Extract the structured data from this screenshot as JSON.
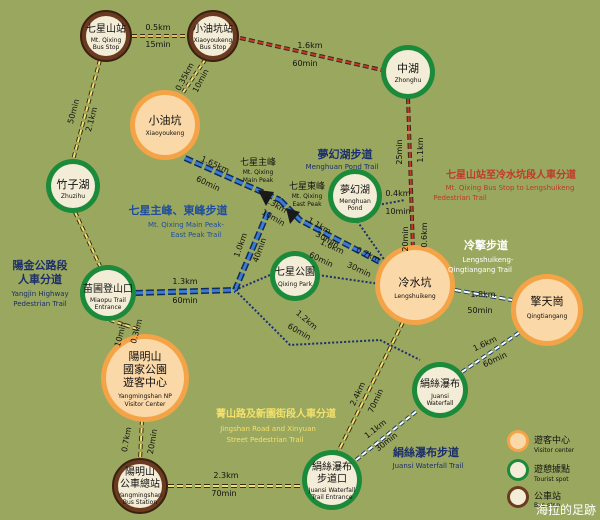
{
  "stations": {
    "qixingshan_bus": {
      "zh": "七星山站",
      "en1": "Mt. Qixing",
      "en2": "Bus Stop"
    },
    "xiaoyoukeng_bus": {
      "zh": "小油坑站",
      "en1": "Xiaoyoukeng",
      "en2": "Bus Stop"
    },
    "zhonghu": {
      "zh": "中湖",
      "en1": "Zhonghu"
    },
    "xiaoyoukeng": {
      "zh": "小油坑",
      "en1": "Xiaoyoukeng"
    },
    "zhuzihu": {
      "zh": "竹子湖",
      "en1": "Zhuzihu"
    },
    "menghuan_pond": {
      "zh": "夢幻湖",
      "en1": "Menghuan",
      "en2": "Pond"
    },
    "qixing_park": {
      "zh": "七星公園",
      "en1": "Qixing Park"
    },
    "miaopu": {
      "zh": "苗圃登山口",
      "en1": "Miaopu Trail",
      "en2": "Entrance"
    },
    "lengshuikeng": {
      "zh": "冷水坑",
      "en1": "Lengshuikeng"
    },
    "qingtiangang": {
      "zh": "擎天崗",
      "en1": "Qingtiangang"
    },
    "yangmingshan_vc": {
      "zh1": "陽明山",
      "zh2": "國家公園",
      "zh3": "遊客中心",
      "en1": "Yangmingshan NP",
      "en2": "Visitor Center"
    },
    "juansi_waterfall": {
      "zh": "絹絲瀑布",
      "en1": "Juansi",
      "en2": "Waterfall"
    },
    "yangmingshan_bus": {
      "zh1": "陽明山",
      "zh2": "公車總站",
      "en1": "Yangmingshan",
      "en2": "Bus Station"
    },
    "juansi_entrance": {
      "zh1": "絹絲瀑布",
      "zh2": "步道口",
      "en1": "Juansi Waterfall",
      "en2": "Trail Entrance"
    }
  },
  "peaks": {
    "main_peak": {
      "zh": "七星主峰",
      "en1": "Mt. Qixing",
      "en2": "Main Peak"
    },
    "east_peak": {
      "zh": "七星東峰",
      "en1": "Mt. Qixing",
      "en2": "East Peak"
    }
  },
  "segments": [
    {
      "distance": "0.5km",
      "time": "15min"
    },
    {
      "distance": "0.35km",
      "time": "10min"
    },
    {
      "distance": "1.6km",
      "time": "60min"
    },
    {
      "distance": "2.1km",
      "time": "50min"
    },
    {
      "distance": "1.1km",
      "time": "25min"
    },
    {
      "distance": "1.65km",
      "time": "60min"
    },
    {
      "distance": "0.3km",
      "time": "10min"
    },
    {
      "distance": "0.4km",
      "time": "10min"
    },
    {
      "distance": "1.1km",
      "time": "30min"
    },
    {
      "distance": "0.6km",
      "time": "20min"
    },
    {
      "distance": "0.7km",
      "time": "30min"
    },
    {
      "distance": "1.6km",
      "time": "60min"
    },
    {
      "distance": "1.0km",
      "time": "40min"
    },
    {
      "distance": "1.3km",
      "time": "60min"
    },
    {
      "distance": "1.8km",
      "time": "50min"
    },
    {
      "distance": "1.2km",
      "time": "60min"
    },
    {
      "distance": "0.3km",
      "time": "10min"
    },
    {
      "distance": "1.6km",
      "time": "60min"
    },
    {
      "distance": "2.4km",
      "time": "70min"
    },
    {
      "distance": "1.1km",
      "time": "30min"
    },
    {
      "distance": "0.7km",
      "time": "20min"
    },
    {
      "distance": "2.3km",
      "time": "70min"
    }
  ],
  "routes": {
    "menghuan_trail": {
      "zh": "夢幻湖步道",
      "en": "Menghuan Pond Trail"
    },
    "main_east_peak": {
      "zh": "七星主峰、東峰步道",
      "en1": "Mt. Qixing Main Peak-",
      "en2": "East Peak Trail"
    },
    "qixing_bus_lengshuikeng": {
      "zh": "七星山站至冷水坑段人車分道",
      "en1": "Mt. Qixing Bus Stop to Lengshuikeng",
      "en2": "Pedestrian Trail"
    },
    "lengqing": {
      "zh": "冷擎步道",
      "en1": "Lengshuikeng-",
      "en2": "Qingtiangang Trail"
    },
    "yangjin": {
      "zh1": "陽金公路段",
      "zh2": "人車分道",
      "en1": "Yangjin Highway",
      "en2": "Pedestrian Trail"
    },
    "jingshan": {
      "zh": "菁山路及新園街段人車分道",
      "en1": "Jingshan Road and Xinyuan",
      "en2": "Street Pedestrian Trail"
    },
    "juansi_trail": {
      "zh": "絹絲瀑布步道",
      "en": "Juansi Waterfall Trail"
    }
  },
  "legend": {
    "visitor_center": {
      "zh": "遊客中心",
      "en": "Visitor center"
    },
    "tourist_spot": {
      "zh": "遊憩據點",
      "en": "Tourist spot"
    },
    "bus_stop": {
      "zh": "公車站",
      "en": "Bus stop"
    }
  },
  "watermark": "海拉的足跡",
  "colors": {
    "background": "#9aa75f",
    "visitor_center": "#f4a447",
    "tourist_spot": "#1b8a3a",
    "bus_stop": "#6b3b1f",
    "route_red": "#c0392b",
    "route_blue": "#1f4e9c",
    "route_yellow": "#f4e16b"
  }
}
